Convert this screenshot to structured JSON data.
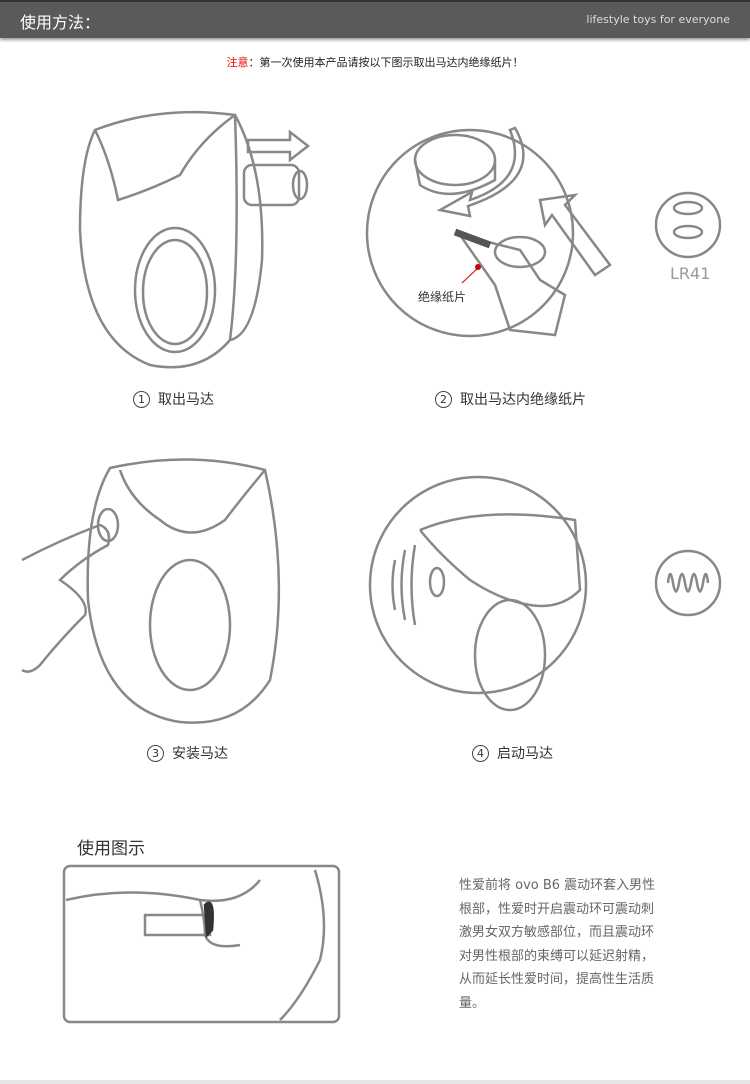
{
  "header": {
    "title": "使用方法：",
    "tagline": "lifestyle toys for everyone"
  },
  "notice": {
    "warn": "注意",
    "text": "：第一次使用本产品请按以下图示取出马达内绝缘纸片！"
  },
  "steps": [
    {
      "num": "1",
      "label": "取出马达"
    },
    {
      "num": "2",
      "label": "取出马达内绝缘纸片",
      "callout": "绝缘纸片",
      "battery": "LR41"
    },
    {
      "num": "3",
      "label": "安装马达"
    },
    {
      "num": "4",
      "label": "启动马达"
    }
  ],
  "usage": {
    "title": "使用图示",
    "description": "性爱前将 ovo B6 震动环套入男性根部，性爱时开启震动环可震动刺激男女双方敏感部位，而且震动环对男性根部的束缚可以延迟射精，从而延长性爱时间，提高性生活质量。"
  },
  "colors": {
    "header": "#5a5a5a",
    "warn": "#e00000",
    "line": "#888888"
  }
}
